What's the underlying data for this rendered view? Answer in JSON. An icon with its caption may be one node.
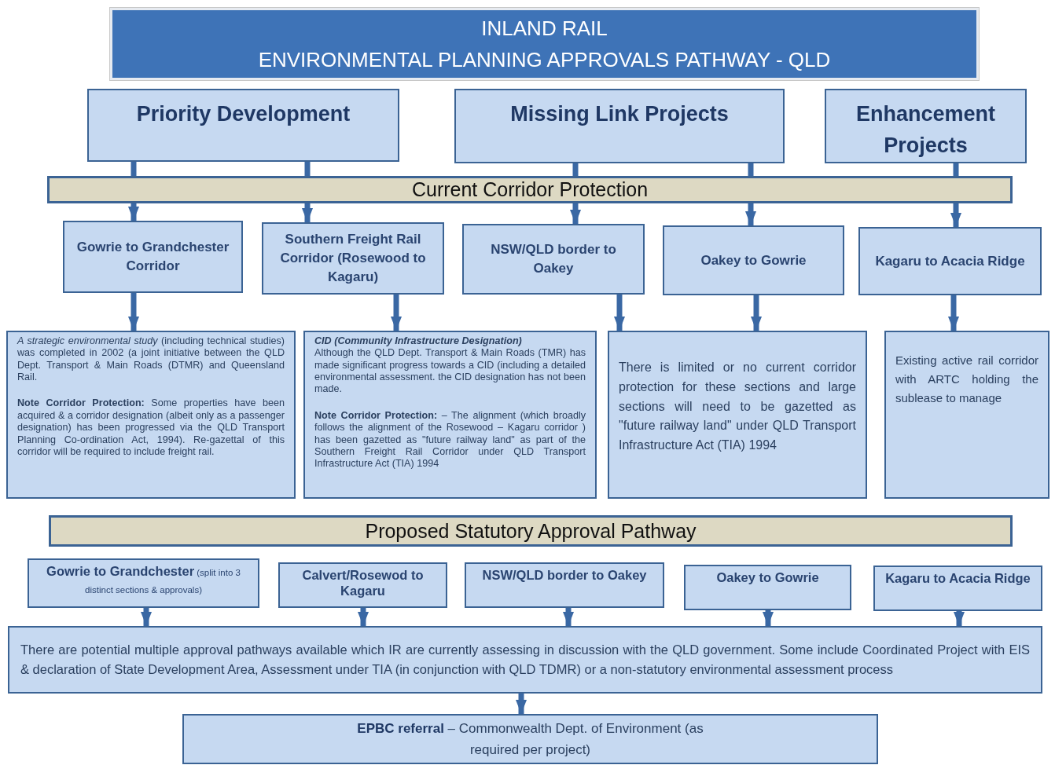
{
  "diagram": {
    "nodes": [
      {
        "text": [
          "INLAND RAIL",
          "ENVIRONMENTAL PLANNING APPROVALS PATHWAY - QLD"
        ]
      },
      {
        "text": [
          "Priority Development"
        ]
      },
      {
        "text": [
          "Missing Link Projects"
        ]
      },
      {
        "text": [
          "Enhancement Projects"
        ]
      },
      {
        "text": [
          "Current Corridor Protection"
        ]
      },
      {
        "text": [
          "Gowrie to Grandchester Corridor"
        ]
      },
      {
        "text": [
          "Southern Freight Rail Corridor (Rosewood to Kagaru)"
        ]
      },
      {
        "text": [
          "NSW/QLD border to Oakey"
        ]
      },
      {
        "text": [
          "Oakey to Gowrie"
        ]
      },
      {
        "text": [
          "Kagaru to Acacia Ridge"
        ]
      },
      {
        "text": [
          "*A strategic environmental study* (including technical studies) was completed in 2002 (a joint initiative between the QLD Dept. Transport & Main Roads (DTMR) and Queensland Rail.",
          "**Note Corridor Protection:** Some properties have been acquired & a corridor designation (albeit only as a passenger designation) has been progressed via the QLD Transport Planning Co-ordination Act, 1994). Re-gazettal of this corridor will be required to include freight rail."
        ]
      },
      {
        "text": [
          "CID (Community Infrastructure Designation)",
          "Although the QLD Dept. Transport & Main Roads (TMR) has made significant progress towards a CID (including a detailed environmental assessment. the CID designation has not been made.",
          "**Note Corridor Protection:** – The alignment (which broadly follows the alignment of the Rosewood – Kagaru corridor ) has been gazetted as \"future railway land\" as part of the Southern Freight Rail Corridor under QLD Transport Infrastructure Act (TIA) 1994"
        ]
      },
      {
        "text": [
          "There is limited or no current corridor protection for these sections and large sections will need to be gazetted as \"future railway land\" under QLD Transport Infrastructure Act (TIA) 1994"
        ]
      },
      {
        "text": [
          "Existing active rail corridor with ARTC holding the sublease to manage"
        ]
      },
      {
        "text": [
          "Proposed Statutory Approval Pathway"
        ]
      },
      {
        "text": [
          "Gowrie to Grandchester",
          "(split into 3 distinct sections & approvals)"
        ]
      },
      {
        "text": [
          "Calvert/Rosewod to Kagaru"
        ]
      },
      {
        "text": [
          "NSW/QLD border to Oakey"
        ]
      },
      {
        "text": [
          "Oakey to Gowrie"
        ]
      },
      {
        "text": [
          "Kagaru to Acacia Ridge"
        ]
      },
      {
        "text": [
          "There are potential multiple approval pathways available which IR are currently assessing in discussion with the QLD government. Some include Coordinated Project with EIS & declaration of State Development Area, Assessment under TIA (in conjunction with QLD TDMR) or a non-statutory environmental assessment process"
        ]
      },
      {
        "text": [
          "**EPBC referral** – Commonwealth Dept. of Environment (as required per project)"
        ]
      }
    ],
    "edges": [
      {
        "from": 1,
        "to": 4,
        "arrow": "none"
      },
      {
        "from": 1,
        "to": 4,
        "arrow": "none"
      },
      {
        "from": 2,
        "to": 4,
        "arrow": "none"
      },
      {
        "from": 2,
        "to": 4,
        "arrow": "none"
      },
      {
        "from": 3,
        "to": 4,
        "arrow": "none"
      },
      {
        "from": 4,
        "to": 5,
        "arrow": "to"
      },
      {
        "from": 4,
        "to": 6,
        "arrow": "to"
      },
      {
        "from": 4,
        "to": 7,
        "arrow": "to"
      },
      {
        "from": 4,
        "to": 8,
        "arrow": "to"
      },
      {
        "from": 4,
        "to": 9,
        "arrow": "to"
      },
      {
        "from": 5,
        "to": 10,
        "arrow": "to"
      },
      {
        "from": 6,
        "to": 11,
        "arrow": "to"
      },
      {
        "from": 7,
        "to": 12,
        "arrow": "to"
      },
      {
        "from": 8,
        "to": 12,
        "arrow": "to"
      },
      {
        "from": 9,
        "to": 13,
        "arrow": "to"
      },
      {
        "from": 15,
        "to": 20,
        "arrow": "to"
      },
      {
        "from": 16,
        "to": 20,
        "arrow": "to"
      },
      {
        "from": 17,
        "to": 20,
        "arrow": "to"
      },
      {
        "from": 18,
        "to": 20,
        "arrow": "to"
      },
      {
        "from": 19,
        "to": 20,
        "arrow": "to"
      },
      {
        "from": 20,
        "to": 21,
        "arrow": "to"
      }
    ]
  }
}
